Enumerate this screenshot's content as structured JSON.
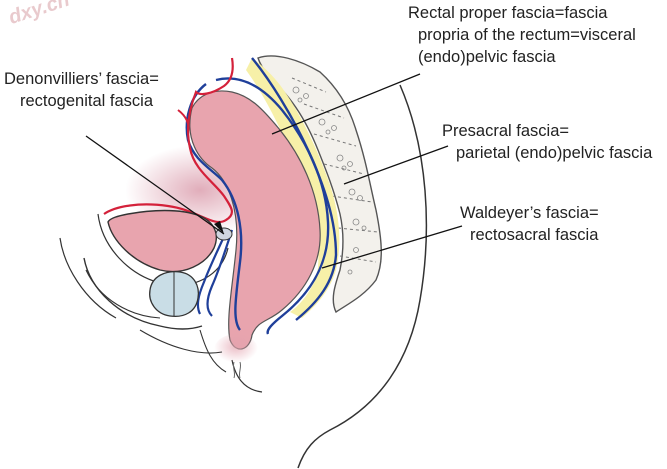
{
  "watermark": "dxy.cn",
  "labels": {
    "denonvilliers": [
      "Denonvilliers’ fascia=",
      "rectogenital fascia"
    ],
    "rectal_proper": [
      "Rectal proper fascia=fascia",
      "propria of the rectum=visceral",
      "(endo)pelvic fascia"
    ],
    "presacral": [
      "Presacral fascia=",
      "parietal (endo)pelvic fascia"
    ],
    "waldeyer": [
      "Waldeyer’s fascia=",
      "rectosacral fascia"
    ]
  },
  "colors": {
    "rectum_fill": "#e8a4ae",
    "peritoneum_red": "#d4213a",
    "fascia_blue": "#1f3f9a",
    "presacral_space_yellow": "#f7f0a8",
    "sacrum_fill": "#f3f1ec",
    "prostate_fill": "#c9dde6",
    "outline": "#333333"
  }
}
